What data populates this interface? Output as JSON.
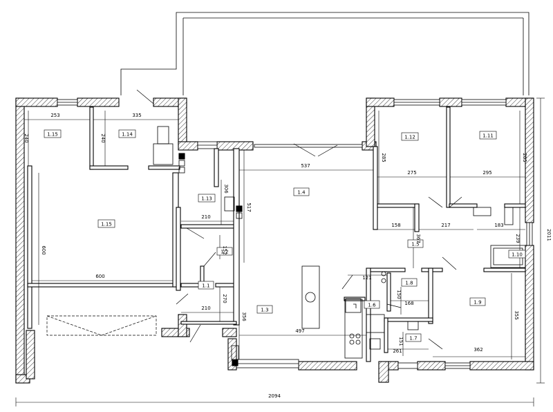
{
  "plan": {
    "rooms": [
      {
        "id": "room-1-1",
        "label": "1.1"
      },
      {
        "id": "room-1-2",
        "label": "1.2"
      },
      {
        "id": "room-1-3",
        "label": "1.3"
      },
      {
        "id": "room-1-4",
        "label": "1.4"
      },
      {
        "id": "room-1-5",
        "label": "1.5"
      },
      {
        "id": "room-1-6",
        "label": "1.6"
      },
      {
        "id": "room-1-7",
        "label": "1.7"
      },
      {
        "id": "room-1-8",
        "label": "1.8"
      },
      {
        "id": "room-1-9",
        "label": "1.9"
      },
      {
        "id": "room-1-10",
        "label": "1.10"
      },
      {
        "id": "room-1-11",
        "label": "1.11"
      },
      {
        "id": "room-1-12",
        "label": "1.12"
      },
      {
        "id": "room-1-13",
        "label": "1.13"
      },
      {
        "id": "room-1-14",
        "label": "1.14"
      },
      {
        "id": "room-1-15a",
        "label": "1.15"
      },
      {
        "id": "room-1-15b",
        "label": "1.15"
      }
    ],
    "dimensions": {
      "overall_width": "2094",
      "overall_height": "2011",
      "d253": "253",
      "d335": "335",
      "d240a": "240",
      "d240b": "240",
      "d600v": "600",
      "d600h": "600",
      "d537": "537",
      "d517": "517",
      "d306": "306",
      "d210a": "210",
      "d152": "152",
      "d210b": "210",
      "d270": "270",
      "d356": "356",
      "d497": "497",
      "d285a": "285",
      "d275": "275",
      "d285b": "285",
      "d295": "295",
      "d158": "158",
      "d217": "217",
      "d183": "183",
      "d367": "367",
      "d239": "239",
      "d121": "121",
      "d150": "150",
      "d168": "168",
      "d355": "355",
      "d151": "151",
      "d261": "261",
      "d362": "362"
    }
  }
}
